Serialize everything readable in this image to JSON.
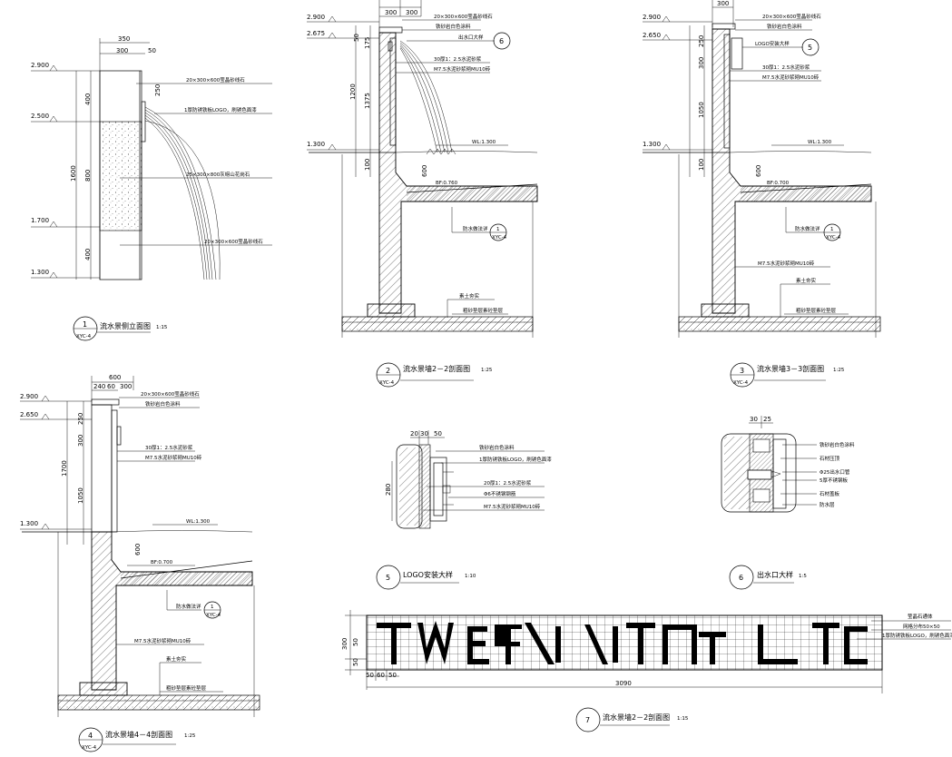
{
  "drawings": {
    "d1": {
      "num": "1",
      "sheet_ref": "XYC-4",
      "title": "流水景侧立面图",
      "scale": "1:15",
      "dims_top": [
        "350",
        "300",
        "50"
      ],
      "dims_side": [
        "400",
        "800",
        "400",
        "1600",
        "250"
      ],
      "levels": [
        "2.900",
        "2.500",
        "1.700",
        "1.300"
      ],
      "notes": [
        "20×300×600莹晶砂线石",
        "1厚防锈铁板LOGO，刷锈色面漆",
        "25×300×800灰崂山花岗石",
        "20×300×600莹晶砂线石"
      ]
    },
    "d2": {
      "num": "2",
      "sheet_ref": "XYC-4",
      "title": "流水景墙2－2剖面图",
      "scale": "1:25",
      "dims_top": [
        "300",
        "300"
      ],
      "dims_side": [
        "175",
        "1200",
        "1375",
        "600",
        "100",
        "50"
      ],
      "levels": [
        "2.900",
        "2.675",
        "1.300"
      ],
      "wl": "WL:1.300",
      "bf": "BF:0.760",
      "ref_num": "6",
      "ref2_num": "1",
      "ref2_sheet": "XYC-4",
      "notes": [
        "20×300×600莹晶砂线石",
        "铁砂岩白色涂料",
        "出水口大样",
        "30厚1：2.5水泥砂浆",
        "M7.5水泥砂浆砌MU10砖",
        "防水做法详",
        "素土夯实",
        "粗砂垫层素砼垫层"
      ]
    },
    "d3": {
      "num": "3",
      "sheet_ref": "XYC-4",
      "title": "流水景墙3－3剖面图",
      "scale": "1:25",
      "dims_top": [
        "300"
      ],
      "dims_side": [
        "250",
        "300",
        "1050",
        "600",
        "100"
      ],
      "levels": [
        "2.900",
        "2.650",
        "1.300"
      ],
      "wl": "WL:1.300",
      "bf": "BF:0.700",
      "ref_num": "5",
      "ref2_num": "1",
      "ref2_sheet": "XYC-4",
      "notes": [
        "20×300×600莹晶砂线石",
        "铁砂岩白色涂料",
        "LOGO安装大样",
        "30厚1：2.5水泥砂浆",
        "M7.5水泥砂浆砌MU10砖",
        "防水做法详",
        "M7.5水泥砂浆砌MU10砖",
        "素土夯实",
        "粗砂垫层素砼垫层"
      ]
    },
    "d4": {
      "num": "4",
      "sheet_ref": "XYC-4",
      "title": "流水景墙4－4剖面图",
      "scale": "1:25",
      "dims_top": [
        "600",
        "240",
        "60",
        "300"
      ],
      "dims_side": [
        "250",
        "300",
        "1050",
        "1700",
        "600"
      ],
      "levels": [
        "2.900",
        "2.650",
        "1.300"
      ],
      "wl": "WL:1.300",
      "bf": "BF:0.700",
      "ref_num": "1",
      "ref_sheet": "XYC-4",
      "notes": [
        "20×300×600莹晶砂线石",
        "铁砂岩白色涂料",
        "30厚1：2.5水泥砂浆",
        "M7.5水泥砂浆砌MU10砖",
        "防水做法详",
        "M7.5水泥砂浆砌MU10砖",
        "素土夯实",
        "粗砂垫层素砼垫层"
      ]
    },
    "d5": {
      "num": "5",
      "title": "LOGO安装大样",
      "scale": "1:10",
      "dims_top": [
        "20",
        "30",
        "50"
      ],
      "dims_side": [
        "280"
      ],
      "notes": [
        "铁砂岩白色涂料",
        "1厚防锈铁板LOGO，刷锈色面漆",
        "20厚1：2.5水泥砂浆",
        "Φ6不锈钢钢筋",
        "M7.5水泥砂浆砌MU10砖"
      ]
    },
    "d6": {
      "num": "6",
      "title": "出水口大样",
      "scale": "1:5",
      "dims_top": [
        "30",
        "25"
      ],
      "notes": [
        "铁砂岩白色涂料",
        "石材压顶",
        "Φ25出水口管",
        "5厚不锈钢板",
        "石材盖板",
        "防水层"
      ]
    },
    "d7": {
      "num": "7",
      "title": "流水景墙2－2剖面图",
      "scale": "1:15",
      "dims_left": [
        "300",
        "50",
        "50"
      ],
      "dims_bottom": [
        "50",
        "60",
        "50"
      ],
      "total": "3090",
      "notes": [
        "莹晶石通体",
        "网格分布50×50",
        "1厚防锈铁板LOGO，刷锈色面漆"
      ]
    }
  },
  "colors": {
    "line": "#000000",
    "background": "#ffffff"
  }
}
